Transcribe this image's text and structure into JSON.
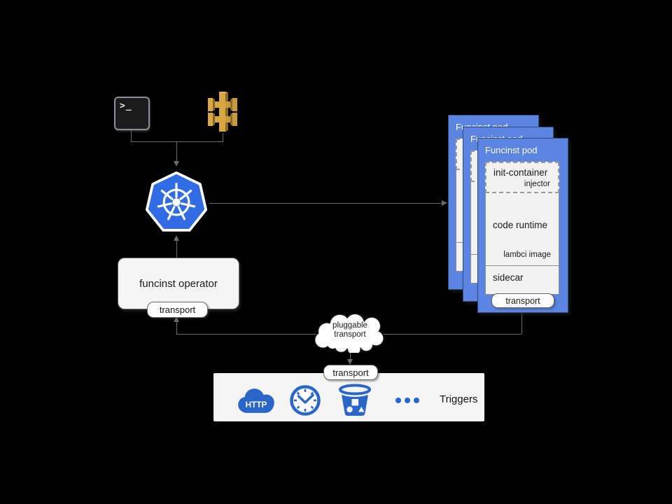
{
  "colors": {
    "background": "#000000",
    "k8s_blue": "#326ce5",
    "pod_card_blue": "#5b85e0",
    "trigger_icon_blue": "#2a66c8",
    "gold_light": "#d9a741",
    "gold_dark": "#876929",
    "panel_gray": "#f5f5f5",
    "line_gray": "#6b6b6b"
  },
  "cli_icon": {
    "prompt": ">_"
  },
  "operator": {
    "label": "funcinst operator",
    "badge": "transport"
  },
  "pod": {
    "title": "Funcinst pod",
    "init_container": "init-container",
    "injector": "injector",
    "code_runtime": "code runtime",
    "image": "lambci image",
    "sidecar": "sidecar",
    "badge": "transport"
  },
  "cloud": {
    "line1": "pluggable",
    "line2": "transport"
  },
  "bottom_badge": {
    "label": "transport"
  },
  "triggers": {
    "label": "Triggers",
    "http": "HTTP"
  }
}
